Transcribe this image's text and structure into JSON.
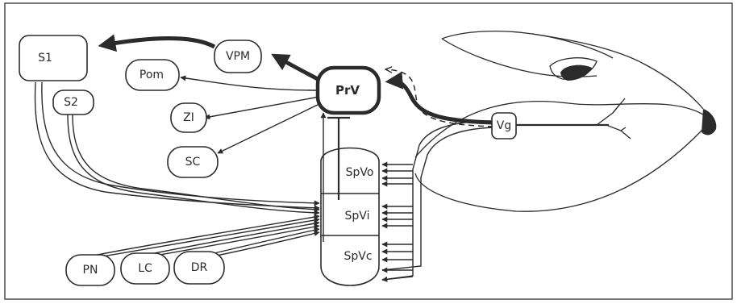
{
  "nodes": {
    "s1": "S1",
    "s2": "S2",
    "vpm": "VPM",
    "pom": "Pom",
    "prv": "PrV",
    "zi": "ZI",
    "sc": "SC",
    "spvo": "SpVo",
    "spvi": "SpVi",
    "spvc": "SpVc",
    "vg": "Vg",
    "pn": "PN",
    "lc": "LC",
    "dr": "DR"
  }
}
